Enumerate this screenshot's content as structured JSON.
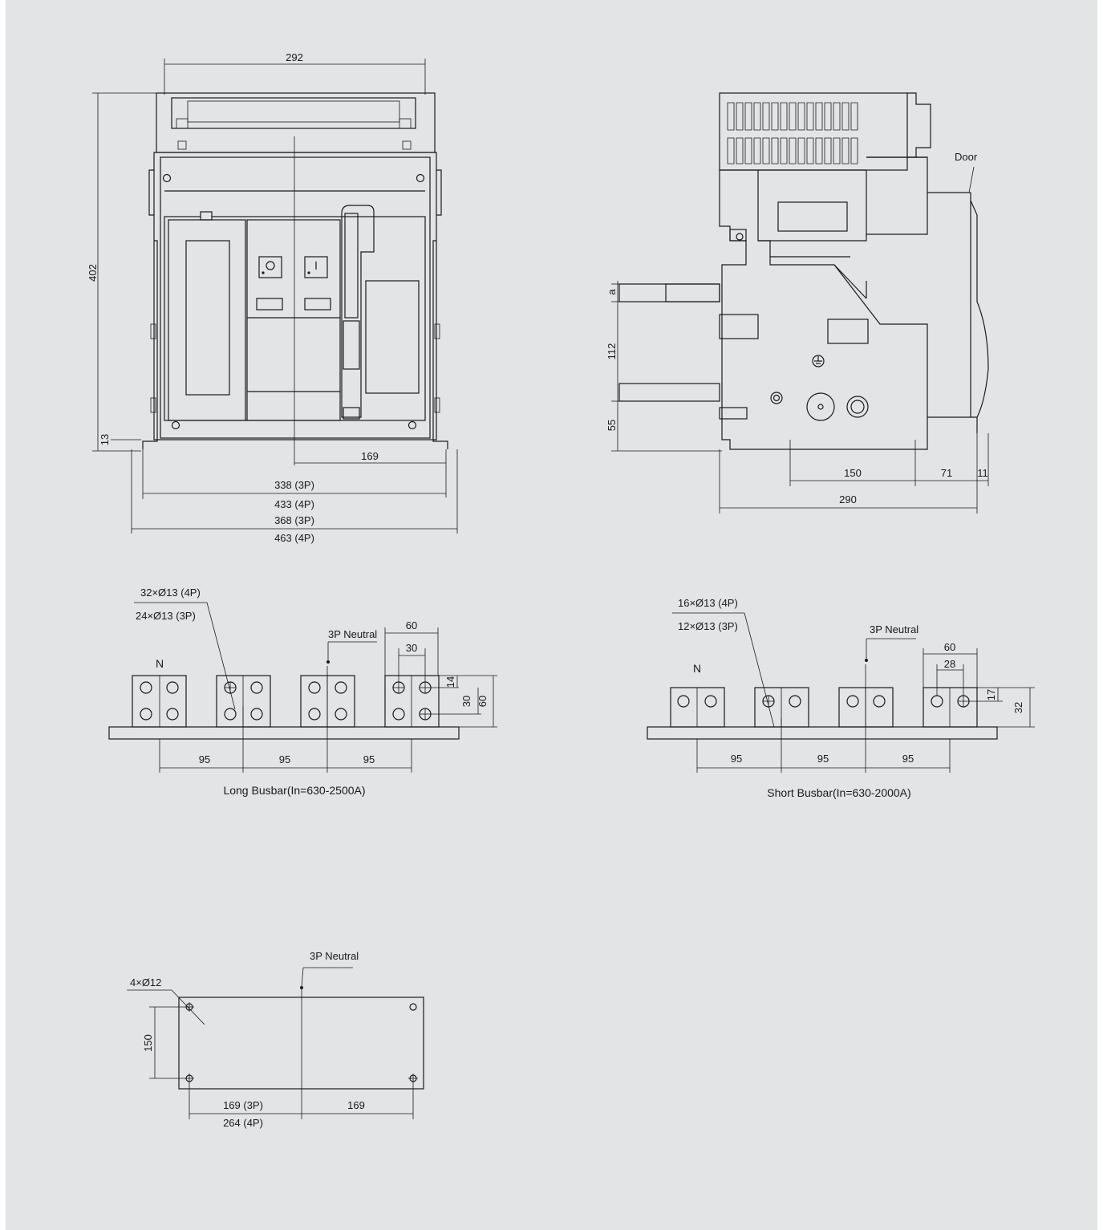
{
  "front_view": {
    "dim_width_top": "292",
    "dim_height": "402",
    "dim_foot": "13",
    "dim_half": "169",
    "dim_338": "338 (3P)",
    "dim_433": "433 (4P)",
    "dim_368": "368 (3P)",
    "dim_463": "463 (4P)"
  },
  "side_view": {
    "door_label": "Door",
    "dim_a": "a",
    "dim_112": "112",
    "dim_55": "55",
    "dim_150": "150",
    "dim_71": "71",
    "dim_11": "11",
    "dim_290": "290"
  },
  "long_busbar": {
    "holes_4p": "32×Ø13 (4P)",
    "holes_3p": "24×Ø13 (3P)",
    "neutral_label": "3P Neutral",
    "n_label": "N",
    "dim_60_top": "60",
    "dim_30_top": "30",
    "dim_14": "14",
    "dim_30_side": "30",
    "dim_60_side": "60",
    "pitch": [
      "95",
      "95",
      "95"
    ],
    "caption": "Long Busbar(In=630-2500A)"
  },
  "short_busbar": {
    "holes_4p": "16×Ø13 (4P)",
    "holes_3p": "12×Ø13 (3P)",
    "neutral_label": "3P Neutral",
    "n_label": "N",
    "dim_60_top": "60",
    "dim_28_top": "28",
    "dim_17": "17",
    "dim_32": "32",
    "pitch": [
      "95",
      "95",
      "95"
    ],
    "caption": "Short Busbar(In=630-2000A)"
  },
  "mounting": {
    "neutral_label": "3P Neutral",
    "holes_label": "4×Ø12",
    "dim_150": "150",
    "dim_169_3p": "169 (3P)",
    "dim_264_4p": "264 (4P)",
    "dim_169": "169"
  }
}
